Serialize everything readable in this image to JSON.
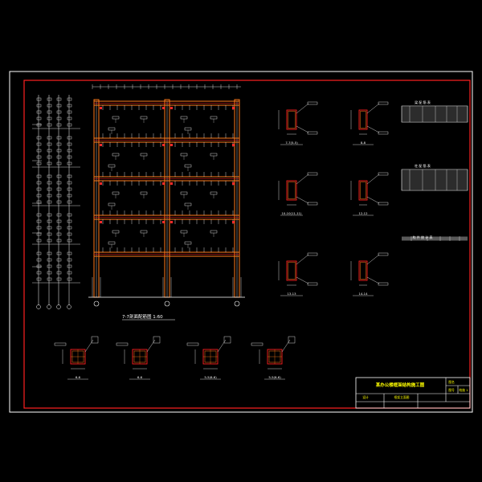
{
  "drawing": {
    "elevation_title": "7-7剖面配筋图 1:60",
    "title_block": {
      "project_title": "某办公楼框架结构施工图",
      "drawing_label": "图名",
      "drawing_no_label": "图号",
      "drawing_no": "结施 1",
      "sheet_name": "框架立面图",
      "designer_label": "设计"
    },
    "section_labels": [
      "7-7(5-5)",
      "8-8",
      "10-10(11-11)",
      "12-12",
      "13-13",
      "14-14",
      "6-6",
      "6-6",
      "5-5(6-6)",
      "5-5(6-6)"
    ],
    "tables": {
      "table1_title": "梁 配 筋 表",
      "table2_title": "柱 配 筋 表",
      "table3_title": "构 件 统 计 表"
    }
  },
  "colors": {
    "frame": "#ffffff",
    "border": "#ff2020",
    "beam": "#ff7a1a",
    "column": "#ff7a1a",
    "text": "#ffffff",
    "title_text": "#ffff00",
    "rebar": "#ff2020",
    "dim": "#ffffff",
    "highlight": "#ff2a2a"
  }
}
